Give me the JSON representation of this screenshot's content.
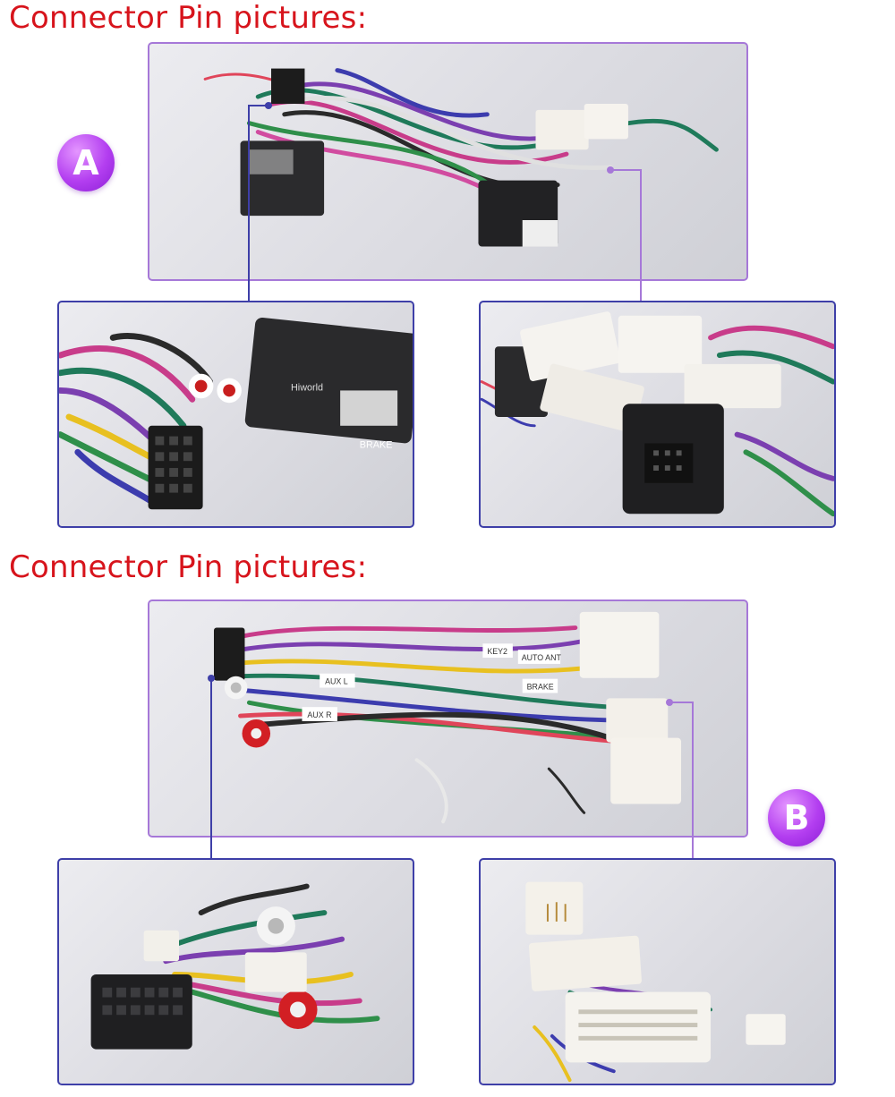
{
  "section_a": {
    "heading": "Connector Pin pictures:",
    "badge": "A",
    "label_brake": "BRAKE",
    "label_brand": "Hiworld"
  },
  "section_b": {
    "heading": "Connector Pin pictures:",
    "badge": "B",
    "label_key2": "KEY2",
    "label_auto_ant": "AUTO ANT",
    "label_brake": "BRAKE",
    "label_aux_l": "AUX L",
    "label_aux_r": "AUX R"
  },
  "colors": {
    "heading": "#d7141c",
    "badge": "#b33ef0",
    "border_violet": "#a678d8",
    "border_blue": "#3e3fa8"
  }
}
